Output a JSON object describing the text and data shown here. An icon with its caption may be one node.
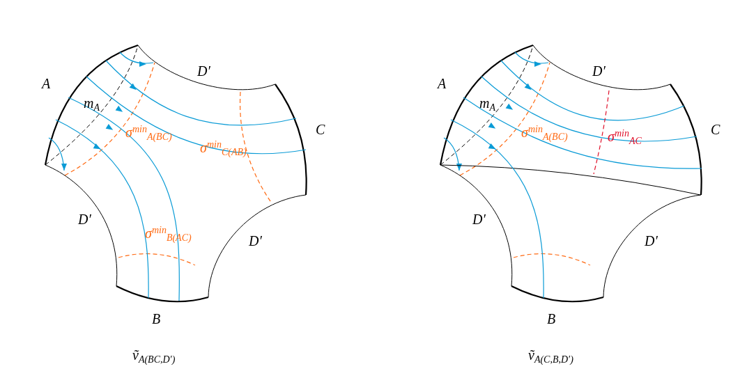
{
  "diagram": {
    "labels": [
      "D′",
      "D′",
      "A",
      "A",
      "m$_{A}$",
      "m$_{A}$",
      "C",
      "C",
      "σ$^{min}$$_{A(BC)}$",
      "σ$^{min}$$_{C(AB)}$",
      "σ$^{min}$$_{A(BC)}$",
      "σ$^{min}$$_{AC}$",
      "D′",
      "D′",
      "σ$^{min}$$_{B(AC)}$",
      "D′",
      "D′",
      "B",
      "B",
      "ṽ$_{A(BC,D′)}$",
      "ṽ$_{A(C,B,D′)}$"
    ]
  }
}
